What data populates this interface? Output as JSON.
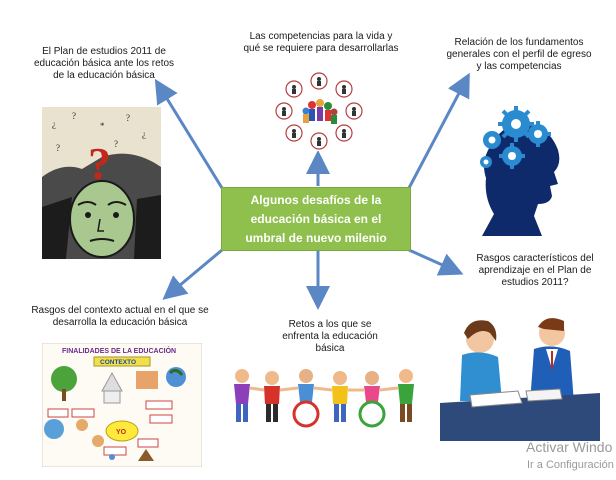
{
  "center": {
    "title": "Algunos desafíos de la educación básica en el umbral de nuevo milenio"
  },
  "nodes": {
    "top_left": "El Plan de estudios 2011 de educación básica ante los retos de la educación básica",
    "top_center": "Las competencias para la vida y qué se requiere para desarrollarlas",
    "top_right": "Relación de los fundamentos generales con el perfil de egreso y las competencias",
    "bottom_left": "Rasgos del contexto actual en el que se desarrolla la educación básica",
    "bottom_center": "Retos a los que se enfrenta la educación básica",
    "bottom_right": "Rasgos característicos del aprendizaje en el Plan de estudios 2011?"
  },
  "images": {
    "thinking_face": "question-mark-thinking-face",
    "competencias": "people-circle-diagram",
    "gears_head": "head-with-gears",
    "finalidades": {
      "title": "FINALIDADES DE LA EDUCACIÓN",
      "subtitle": "CONTEXTO",
      "center_word": "YO"
    },
    "children": "children-holding-hands",
    "teachers": "teachers-at-desk"
  },
  "watermark": {
    "line1": "Activar Windo",
    "line2": "Ir a Configuración"
  },
  "colors": {
    "center_fill": "#8fbf4d",
    "arrow": "#5b87c5",
    "gear": "#2a8bd0",
    "head": "#0f2a6b"
  }
}
